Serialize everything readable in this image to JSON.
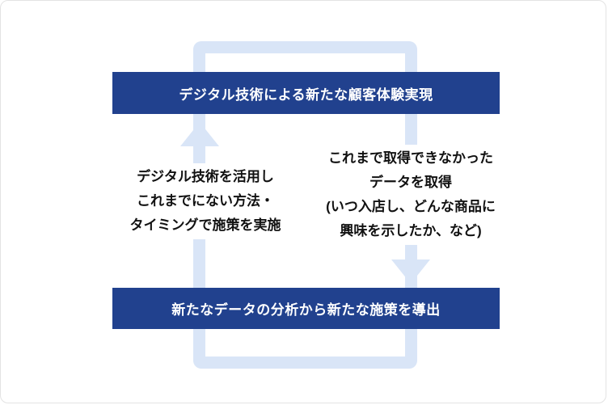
{
  "diagram": {
    "top_banner": "デジタル技術による新たな顧客体験実現",
    "bottom_banner": "新たなデータの分析から新たな施策を導出",
    "left_note": {
      "lines": [
        "デジタル技術を活用し",
        "これまでにない方法・",
        "タイミングで施策を実施"
      ]
    },
    "right_note": {
      "lines": [
        "これまで取得できなかった",
        "データを取得",
        "(いつ入店し、どんな商品に",
        "興味を示したか、など)"
      ]
    },
    "colors": {
      "banner": "#21418E",
      "loop": "#D9E5F7",
      "text": "#111111"
    }
  }
}
